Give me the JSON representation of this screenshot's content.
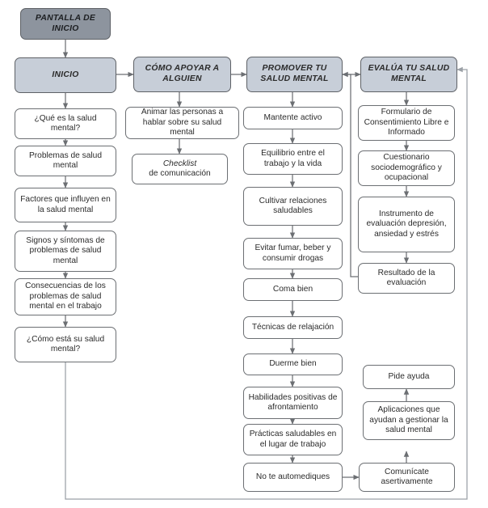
{
  "diagram": {
    "title": "Mapa de navegacion aplicacion salud mental",
    "type": "flowchart",
    "language": "es",
    "colors": {
      "header_dark": "#8d949e",
      "header_light": "#c7ced8",
      "node_fill": "#ffffff",
      "stroke": "#6c6f73",
      "text": "#2b2b2b"
    }
  },
  "columns": [
    {
      "id": "col-inicio",
      "headers": [
        {
          "id": "pantalla-de-inicio",
          "label": "PANTALLA DE INICIO",
          "style": "dark"
        },
        {
          "id": "inicio",
          "label": "INICIO",
          "style": "light"
        }
      ],
      "nodes": [
        {
          "id": "que-es-salud-mental",
          "label": "¿Qué es la salud mental?"
        },
        {
          "id": "problemas-salud-mental",
          "label": "Problemas de salud mental"
        },
        {
          "id": "factores-influyen",
          "label": "Factores que influyen en la salud mental"
        },
        {
          "id": "signos-sintomas",
          "label": "Signos y síntomas de problemas de salud mental"
        },
        {
          "id": "consecuencias-trabajo",
          "label": "Consecuencias de los problemas de salud mental en el trabajo"
        },
        {
          "id": "como-esta-salud-mental",
          "label": "¿Cómo está su salud mental?"
        }
      ]
    },
    {
      "id": "col-apoyar",
      "headers": [
        {
          "id": "como-apoyar-a-alguien",
          "label": "CÓMO APOYAR A ALGUIEN",
          "style": "light"
        }
      ],
      "nodes": [
        {
          "id": "animar-personas",
          "label": "Animar las personas a hablar sobre su salud mental"
        },
        {
          "id": "checklist-comunicacion",
          "label": "Checklist de comunicación",
          "italic_prefix": "Checklist",
          "rest": " de comunicación"
        }
      ]
    },
    {
      "id": "col-promover",
      "headers": [
        {
          "id": "promover-tu-salud-mental",
          "label": "PROMOVER TU SALUD MENTAL",
          "style": "light"
        }
      ],
      "nodes": [
        {
          "id": "mantente-activo",
          "label": "Mantente activo"
        },
        {
          "id": "equilibrio-trabajo-vida",
          "label": "Equilibrio entre el trabajo y la vida"
        },
        {
          "id": "cultivar-relaciones",
          "label": "Cultivar relaciones saludables"
        },
        {
          "id": "evitar-fumar",
          "label": "Evitar fumar, beber y consumir drogas"
        },
        {
          "id": "coma-bien",
          "label": "Coma bien"
        },
        {
          "id": "tecnicas-relajacion",
          "label": "Técnicas de relajación"
        },
        {
          "id": "duerme-bien",
          "label": "Duerme bien"
        },
        {
          "id": "habilidades-positivas",
          "label": "Habilidades positivas de afrontamiento"
        },
        {
          "id": "practicas-saludables",
          "label": "Prácticas saludables en el lugar de trabajo"
        },
        {
          "id": "no-te-automediques",
          "label": "No te automediques"
        }
      ]
    },
    {
      "id": "col-evalua",
      "headers": [
        {
          "id": "evalua-tu-salud-mental",
          "label": "EVALÚA TU SALUD MENTAL",
          "style": "light"
        }
      ],
      "nodes": [
        {
          "id": "formulario-consentimiento",
          "label": "Formulario de Consentimiento Libre e Informado"
        },
        {
          "id": "cuestionario-sociodemografico",
          "label": "Cuestionario sociodemográfico y ocupacional"
        },
        {
          "id": "instrumento-evaluacion",
          "label": "Instrumento de evaluación depresión, ansiedad y estrés"
        },
        {
          "id": "resultado-evaluacion",
          "label": "Resultado de la evaluación"
        },
        {
          "id": "pide-ayuda",
          "label": "Pide ayuda"
        },
        {
          "id": "aplicaciones-gestionar",
          "label": "Aplicaciones que ayudan a gestionar la salud mental"
        },
        {
          "id": "comunicate-asertivamente",
          "label": "Comunícate asertivamente"
        }
      ]
    }
  ]
}
